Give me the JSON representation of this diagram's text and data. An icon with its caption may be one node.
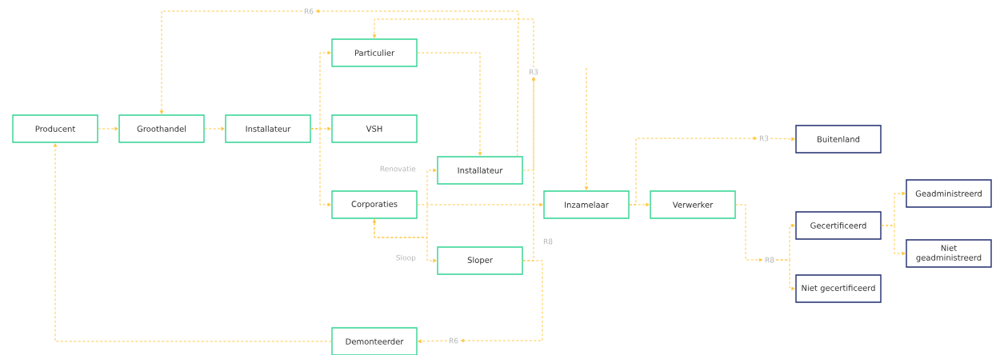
{
  "diagram": {
    "nodes": [
      {
        "text": [
          "Producent"
        ]
      },
      {
        "text": [
          "Groothandel"
        ]
      },
      {
        "text": [
          "Installateur"
        ]
      },
      {
        "text": [
          "Particulier"
        ]
      },
      {
        "text": [
          "VSH"
        ]
      },
      {
        "text": [
          "Corporaties"
        ]
      },
      {
        "text": [
          "Installateur"
        ]
      },
      {
        "text": [
          "Sloper"
        ]
      },
      {
        "text": [
          "Demonteerder"
        ]
      },
      {
        "text": [
          "Inzamelaar"
        ]
      },
      {
        "text": [
          "Verwerker"
        ]
      },
      {
        "text": [
          "Buitenland"
        ]
      },
      {
        "text": [
          "Gecertificeerd"
        ]
      },
      {
        "text": [
          "Niet gecertificeerd"
        ]
      },
      {
        "text": [
          "Geadministreerd"
        ]
      },
      {
        "text": [
          "Niet geadministreerd"
        ]
      },
      {
        "text": [
          "R6"
        ]
      },
      {
        "text": [
          "R3"
        ]
      },
      {
        "text": [
          "R3"
        ]
      },
      {
        "text": [
          "R8"
        ]
      },
      {
        "text": [
          "R6"
        ]
      }
    ],
    "edges": [
      {
        "from": 0,
        "to": 1,
        "arrow": "to"
      },
      {
        "from": 1,
        "to": 2,
        "arrow": "to"
      },
      {
        "from": 2,
        "to": 3,
        "arrow": "to"
      },
      {
        "from": 2,
        "to": 4,
        "arrow": "to"
      },
      {
        "from": 2,
        "to": 5,
        "arrow": "to"
      },
      {
        "from": 3,
        "to": 6,
        "arrow": "to"
      },
      {
        "from": 6,
        "to": 16,
        "arrow": "to"
      },
      {
        "from": 16,
        "to": 1,
        "arrow": "to"
      },
      {
        "from": 17,
        "to": 3,
        "arrow": "to"
      },
      {
        "from": 6,
        "to": 17,
        "arrow": "to"
      },
      {
        "from": 7,
        "to": 17,
        "arrow": "to"
      },
      {
        "from": 5,
        "to": 9,
        "arrow": "to"
      },
      {
        "from": 5,
        "to": 6,
        "arrow": "both"
      },
      {
        "from": 5,
        "to": 7,
        "arrow": "to"
      },
      {
        "from": null,
        "to": 9,
        "arrow": "to"
      },
      {
        "from": 9,
        "to": 10,
        "arrow": "to"
      },
      {
        "from": 9,
        "to": 18,
        "arrow": "to"
      },
      {
        "from": 18,
        "to": 11,
        "arrow": "to"
      },
      {
        "from": 10,
        "to": 19,
        "arrow": "to"
      },
      {
        "from": 19,
        "to": 12,
        "arrow": "to"
      },
      {
        "from": 19,
        "to": 13,
        "arrow": "to"
      },
      {
        "from": 12,
        "to": 14,
        "arrow": "to"
      },
      {
        "from": 12,
        "to": 15,
        "arrow": "to"
      },
      {
        "from": 7,
        "to": 20,
        "arrow": "to"
      },
      {
        "from": 20,
        "to": 8,
        "arrow": "to"
      },
      {
        "from": 8,
        "to": 0,
        "arrow": "to"
      }
    ],
    "labels": [
      "Renovatie",
      "Sloop",
      "R8"
    ]
  }
}
